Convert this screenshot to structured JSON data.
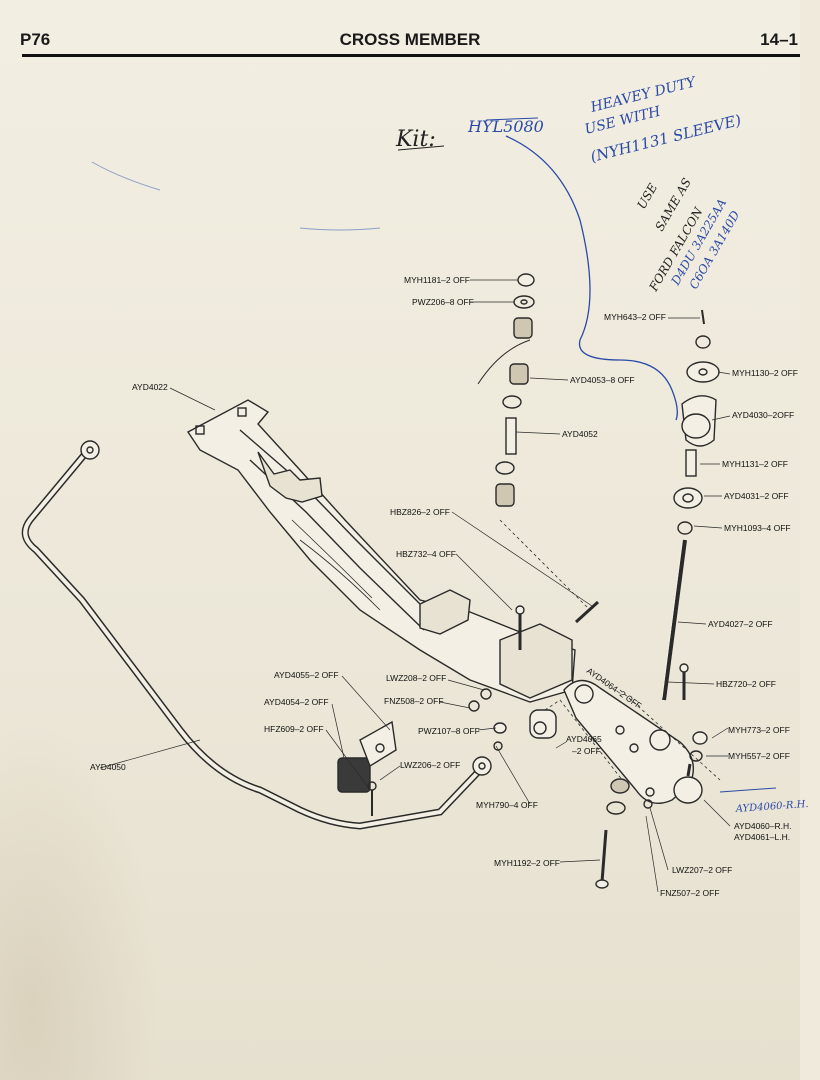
{
  "header": {
    "page_code": "P76",
    "title": "CROSS MEMBER",
    "section": "14–1"
  },
  "handwritten": {
    "kit_label": "Kit:",
    "kit_number": "HYL5080",
    "note_line1": "HEAVEY DUTY",
    "note_line2": "USE WITH",
    "note_line3": "(NYH1131 SLEEVE)",
    "ford_line1": "USE",
    "ford_line2": "SAME AS",
    "ford_line3": "FORD FALCON",
    "ford_line4": "D4DU 3A225AA",
    "ford_line5": "C6OA 3A140D",
    "rh_note": "AYD4060-R.H."
  },
  "labels": {
    "myh1181": "MYH1181–2 OFF",
    "pwz206": "PWZ206–8 OFF",
    "myh643": "MYH643–2 OFF",
    "myh1130": "MYH1130–2 OFF",
    "ayd4022": "AYD4022",
    "ayd4053": "AYD4053–8 OFF",
    "ayd4030": "AYD4030–2OFF",
    "ayd4052": "AYD4052",
    "myh1131": "MYH1131–2 OFF",
    "ayd4031": "AYD4031–2 OFF",
    "hbz826": "HBZ826–2 OFF",
    "myh1093": "MYH1093–4 OFF",
    "hbz732": "HBZ732–4 OFF",
    "ayd4027": "AYD4027–2 OFF",
    "ayd4055": "AYD4055–2 OFF",
    "lwz208": "LWZ208–2 OFF",
    "hbz720": "HBZ720–2 OFF",
    "ayd4064": "AYD4064–2 OFF",
    "ayd4054": "AYD4054–2 OFF",
    "fnz508": "FNZ508–2 OFF",
    "hfz609": "HFZ609–2 OFF",
    "pwz107": "PWZ107–8 OFF",
    "ayd4065a": "AYD4065",
    "ayd4065b": "–2 OFF",
    "myh773": "MYH773–2 OFF",
    "ayd4050": "AYD4050",
    "myh557": "MYH557–2 OFF",
    "lwz206": "LWZ206–2 OFF",
    "myh790": "MYH790–4 OFF",
    "ayd4060": "AYD4060–R.H.",
    "ayd4061": "AYD4061–L.H.",
    "lwz207": "LWZ207–2 OFF",
    "myh1192": "MYH1192–2 OFF",
    "fnz507": "FNZ507–2 OFF"
  }
}
